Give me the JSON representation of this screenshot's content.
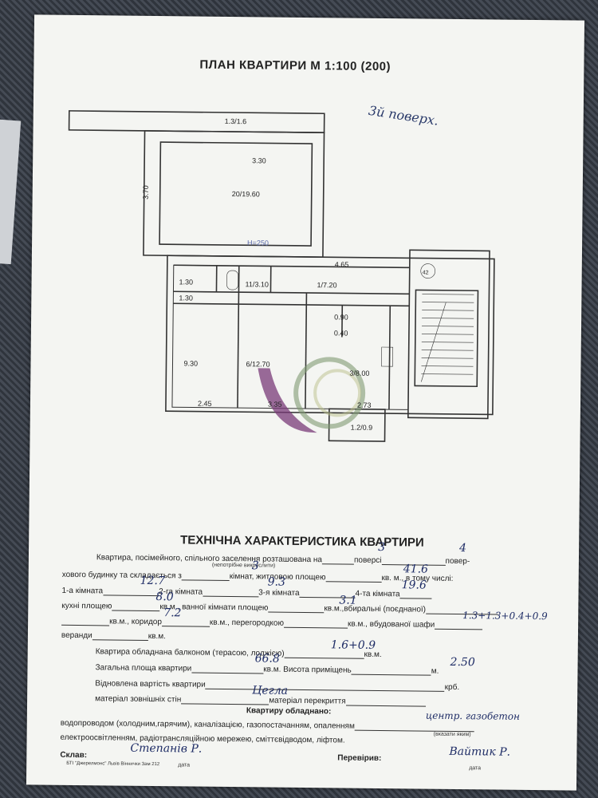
{
  "plan": {
    "title": "ПЛАН КВАРТИРИ М 1:100 (200)",
    "floor_note": "3й поверх.",
    "labels": {
      "balcony": "1.3/1.6",
      "room_20": "20/19.60",
      "dim_330": "3.30",
      "dim_370": "3.70",
      "height": "H=250",
      "dim_465": "4.65",
      "closet_1": "1.30",
      "closet_2": "1.30",
      "bath": "11/3.10",
      "corridor": "1/7.20",
      "wc": "0.90",
      "storage": "0.40",
      "room_9": "9.30",
      "room_6": "6/12.70",
      "kitchen": "3/8.00",
      "dim_245": "2.45",
      "dim_335": "3.35",
      "dim_273": "2.73",
      "loggia": "1.2/0.9",
      "apartment_no": "42"
    }
  },
  "spec": {
    "title": "ТЕХНІЧНА ХАРАКТЕРИСТИКА КВАРТИРИ",
    "l1a": "Квартира, посімейного, спільного заселення розташована на",
    "l1b": "поверсі",
    "l1c": "повер-",
    "note1": "(непотрібне викреслити)",
    "l2a": "хового будинку та складається з",
    "l2b": "кімнат, житловою площею",
    "l2c": "кв. м., в тому числі:",
    "l3a": "1-а кімната",
    "l3b": "2-га кімната",
    "l3c": "3-я кімната",
    "l3d": "4-та кімната",
    "l4a": "кухні площею",
    "l4b": "кв.м., ванної кімнати площею",
    "l4c": "кв.м.,вбиральні (поєднаної)",
    "l5a": "кв.м., коридор",
    "l5b": "кв.м., перегородкою",
    "l5c": "кв.м., вбудованої шафи",
    "l6a": "веранди",
    "l6b": "кв.м.",
    "l7a": "Квартира обладнана балконом (терасою, лоджією)",
    "l7b": "кв.м.",
    "l8a": "Загальна площа квартири",
    "l8b": "кв.м. Висота приміщень",
    "l8c": "м.",
    "l9a": "Відновлена вартість квартири",
    "l9b": "крб.",
    "l10a": "матеріал зовнішніх стін",
    "l10b": "матеріал перекриття",
    "equipped_title": "Квартиру обладнано:",
    "l11a": "водопроводом (холодним,гарячим), каналізацією, газопостачанням, опаленням",
    "note2": "(вказати яким)",
    "l12": "електроосвітленням, радіотрансляційною мережею, сміттєвідводом, ліфтом.",
    "compiled": "Склав:",
    "checked": "Перевірив:",
    "date_label": "дата",
    "footer": "БТІ \"Джерелмонс\" Львів Віннички Зам 212",
    "hv": {
      "floor": "3",
      "storeys": "4",
      "rooms": "3",
      "living": "41.6",
      "room1": "12.7",
      "room2": "9.3",
      "room3": "19.6",
      "kitchen": "8.0",
      "bath": "3.1",
      "corridor": "7.2",
      "wardrobe": "1.3+1.3+0.4+0.9",
      "balcony": "1.6+0.9",
      "total": "66.8",
      "height": "2.50",
      "walls": "Цегла",
      "heating": "центр. газобетон",
      "compiled_by": "Степанів Р.",
      "checked_by": "Вайтик Р."
    }
  }
}
